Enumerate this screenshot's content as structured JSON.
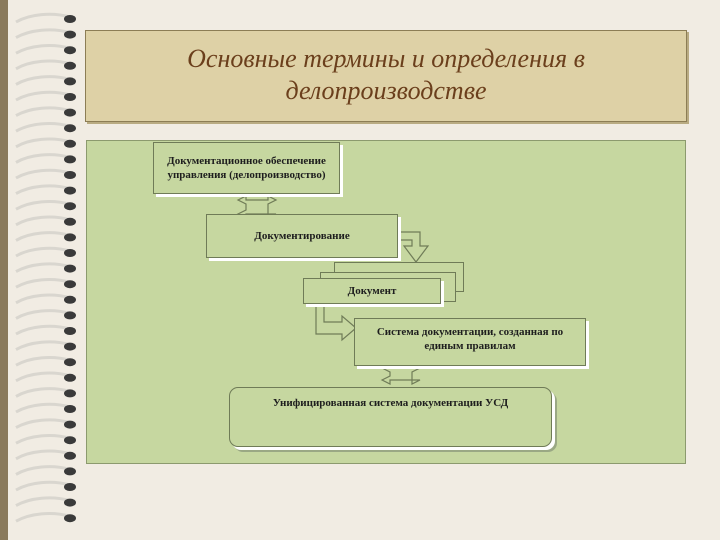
{
  "slide": {
    "title": "Основные термины и определения в делопроизводстве"
  },
  "diagram": {
    "box1": "Документационное обеспечение управления (делопроизводство)",
    "box2": "Документирование",
    "box3": "Документ",
    "box4": "Система документации, созданная по единым правилам",
    "box5": "Унифицированная система документации УСД"
  },
  "colors": {
    "title_text": "#6b3f1c",
    "title_panel": "#ded1a6",
    "diagram_panel": "#c6d7a0",
    "spiral_band": "#8a7a5c"
  }
}
